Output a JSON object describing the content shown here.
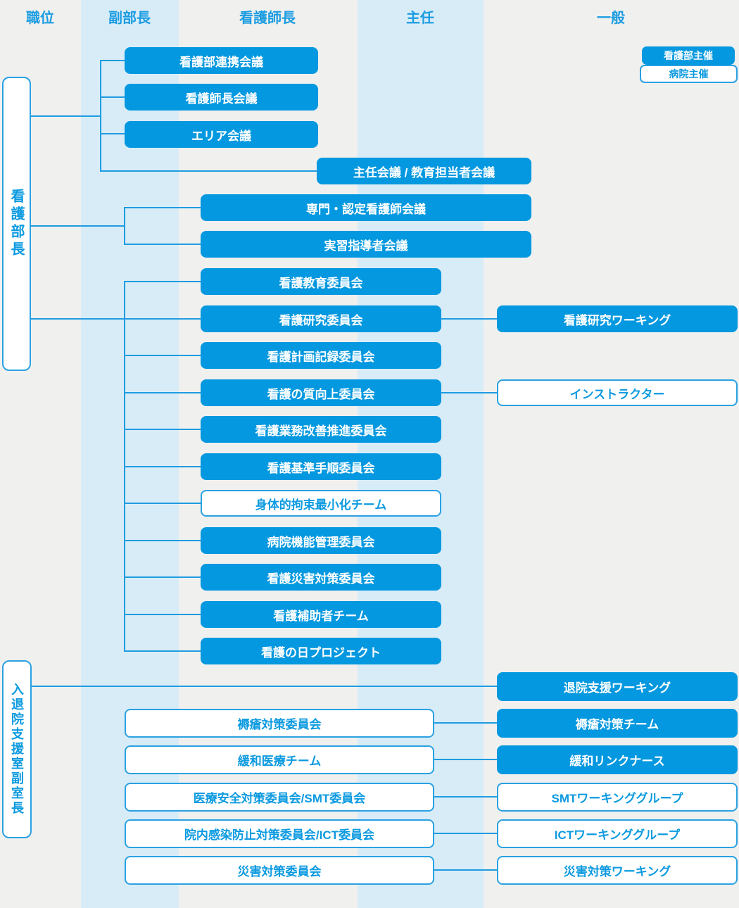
{
  "colors": {
    "accent_blue_fill": "#0398df",
    "line_blue": "#1e9ce1",
    "band_light_blue": "#d8ecf8",
    "page_background": "#f0f0ef",
    "text_blue": "#0c9ae0"
  },
  "column_headers": [
    "職位",
    "副部長",
    "看護師長",
    "主任",
    "一般"
  ],
  "legend": {
    "nursing_dept_hosted": "看護部主催",
    "hospital_hosted": "病院主催"
  },
  "leaders": {
    "director": "看護部長",
    "admission_support_deputy": "入退院支援室副室長"
  },
  "nodes": {
    "renkei_kaigi": "看護部連携会議",
    "shicho_kaigi": "看護師長会議",
    "area_kaigi": "エリア会議",
    "shunin_kaigi": "主任会議 / 教育担当者会議",
    "senmon_nintei": "専門・認定看護師会議",
    "jisshu_shidosha": "実習指導者会議",
    "kyoiku_iinkai": "看護教育委員会",
    "kenkyu_iinkai": "看護研究委員会",
    "keikaku_kiroku": "看護計画記録委員会",
    "shitsu_kojo": "看護の質向上委員会",
    "gyomu_kaizen": "看護業務改善推進委員会",
    "kijun_tejun": "看護基準手順委員会",
    "kosoku_saishoka": "身体的拘束最小化チーム",
    "byoin_kino": "病院機能管理委員会",
    "kango_saigai": "看護災害対策委員会",
    "hojosha_team": "看護補助者チーム",
    "kango_no_hi": "看護の日プロジェクト",
    "kenkyu_working": "看護研究ワーキング",
    "instructor": "インストラクター",
    "taiin_shien_working": "退院支援ワーキング",
    "jokuso_iinkai": "褥瘡対策委員会",
    "jokuso_team": "褥瘡対策チーム",
    "kanwa_iryo_team": "緩和医療チーム",
    "kanwa_link_nurse": "緩和リンクナース",
    "iryo_anzen_smt": "医療安全対策委員会/SMT委員会",
    "smt_working": "SMTワーキンググループ",
    "innai_kansen_ict": "院内感染防止対策委員会/ICT委員会",
    "ict_working": "ICTワーキンググループ",
    "saigai_iinkai": "災害対策委員会",
    "saigai_working": "災害対策ワーキング"
  },
  "edges": [
    {
      "from": "director",
      "to": [
        "renkei_kaigi",
        "shicho_kaigi",
        "area_kaigi",
        "shunin_kaigi"
      ]
    },
    {
      "from": "director",
      "to": [
        "senmon_nintei",
        "jisshu_shidosha"
      ]
    },
    {
      "from": "director",
      "to": [
        "kyoiku_iinkai",
        "kenkyu_iinkai",
        "keikaku_kiroku",
        "shitsu_kojo",
        "gyomu_kaizen",
        "kijun_tejun",
        "kosoku_saishoka",
        "byoin_kino",
        "kango_saigai",
        "hojosha_team",
        "kango_no_hi"
      ]
    },
    {
      "from": "kenkyu_iinkai",
      "to": [
        "kenkyu_working"
      ]
    },
    {
      "from": "shitsu_kojo",
      "to": [
        "instructor"
      ]
    },
    {
      "from": "admission_support_deputy",
      "to": [
        "taiin_shien_working"
      ]
    },
    {
      "from": "jokuso_iinkai",
      "to": [
        "jokuso_team"
      ]
    },
    {
      "from": "kanwa_iryo_team",
      "to": [
        "kanwa_link_nurse"
      ]
    },
    {
      "from": "iryo_anzen_smt",
      "to": [
        "smt_working"
      ]
    },
    {
      "from": "innai_kansen_ict",
      "to": [
        "ict_working"
      ]
    },
    {
      "from": "saigai_iinkai",
      "to": [
        "saigai_working"
      ]
    }
  ]
}
